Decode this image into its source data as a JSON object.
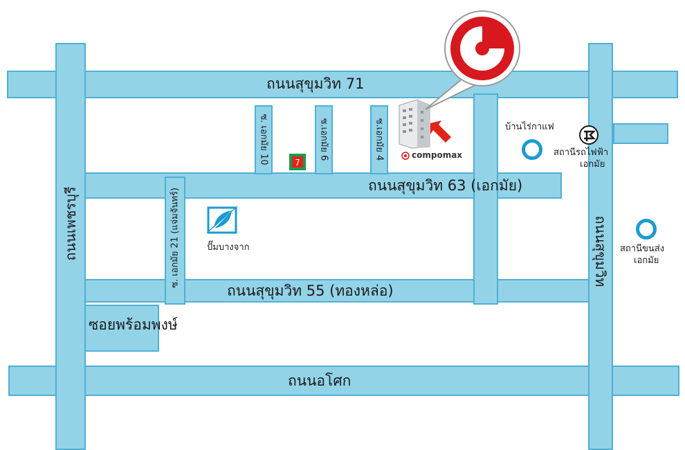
{
  "colors": {
    "road_fill": "#93d3e8",
    "road_border": "#4fb0d2",
    "accent_red": "#d7181f",
    "station_blue": "#1b9bd1"
  },
  "roads": {
    "sukhumvit_71": "ถนนสุขุมวิท 71",
    "sukhumvit_63": "ถนนสุขุมวิท 63 (เอกมัย)",
    "sukhumvit_55": "ถนนสุขุมวิท 55 (ทองหล่อ)",
    "soi_phrom_phong": "ซอยพร้อมพงษ์",
    "rama_4": "ถนนอโศก",
    "phetchaburi": "ถนนเพชรบุรี",
    "sukhumvit": "ถนนสุขุมวิท",
    "ekkamai_10": "ซ. เอกมัย 10",
    "ekkamai_6": "ซ.เอกมัย 6",
    "ekkamai_4": "ซ.เอกมัย 4",
    "ekkamai_21": "ซ. เอกมัย 21 (แจ่มจันทร์)"
  },
  "places": {
    "baan_rai_kafae": "บ้านไร่กาแฟ",
    "bts_line1": "สถานีรถไฟฟ้า",
    "bts_line2": "เอกมัย",
    "bus_line1": "สถานีขนส่ง",
    "bus_line2": "เอกมัย",
    "pump_bangchak": "ปั๊มบางจาก",
    "compomax": "compomax"
  },
  "icons": [
    "map-pin-logo-icon",
    "building-icon",
    "red-arrow-icon",
    "seven-eleven-icon",
    "bangchak-logo-icon",
    "bts-logo-icon",
    "station-ring-icon"
  ]
}
